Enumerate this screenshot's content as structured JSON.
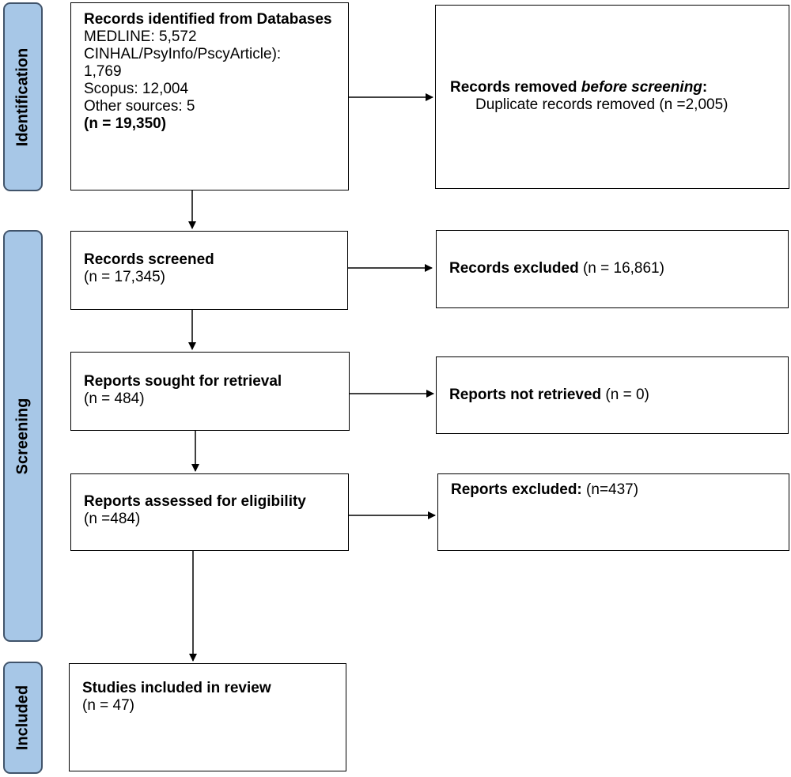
{
  "phases": {
    "identification": "Identification",
    "screening": "Screening",
    "included": "Included"
  },
  "boxes": {
    "identified": {
      "title": "Records identified from Databases",
      "lines": [
        "MEDLINE: 5,572",
        "CINHAL/PsyInfo/PscyArticle):",
        "1,769",
        "Scopus: 12,004",
        "Other sources: 5"
      ],
      "total": "(n = 19,350)"
    },
    "removed": {
      "title_a": "Records removed ",
      "title_b": "before screening",
      "title_c": ":",
      "detail": "Duplicate records removed (n =2,005)"
    },
    "screened": {
      "title": "Records screened",
      "n": "(n = 17,345)"
    },
    "excluded": {
      "title": "Records excluded",
      "n": " (n = 16,861)"
    },
    "sought": {
      "title": "Reports sought for retrieval",
      "n": "(n = 484)"
    },
    "not_retrieved": {
      "title": "Reports not retrieved",
      "n": " (n = 0)"
    },
    "assessed": {
      "title": "Reports assessed for eligibility",
      "n": "(n =484)"
    },
    "reports_excluded": {
      "title": "Reports excluded:",
      "n": " (n=437)"
    },
    "included": {
      "title": "Studies included in review",
      "n": "(n = 47)"
    }
  }
}
